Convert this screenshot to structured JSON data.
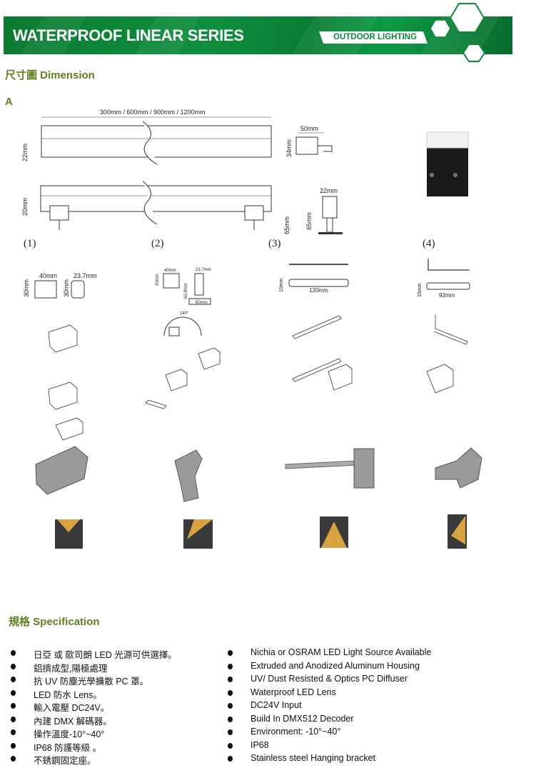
{
  "header": {
    "title": "WATERPROOF LINEAR SERIES",
    "tag": "OUTDOOR LIGHTING",
    "brand_color": "#0b8a3a"
  },
  "dimension": {
    "heading": "尺寸圖 Dimension",
    "section_label": "A",
    "labels": {
      "length": "300mm / 600mm / 900mm / 1200mm",
      "h1": "22mm",
      "h2": "20mm",
      "side_w": "50mm",
      "side_h": "34mm",
      "end_w": "22mm",
      "end_h1": "65mm",
      "end_h2": "65mm"
    },
    "options": [
      "(1)",
      "(2)",
      "(3)",
      "(4)"
    ],
    "bracket_labels": {
      "b1_w": "40mm",
      "b1_d": "23.7mm",
      "b1_h1": "30mm",
      "b1_h2": "30mm",
      "b2_w": "40mm",
      "b2_d": "23.7mm",
      "b2_h1": "20mm",
      "b2_h2": "60.8mm",
      "b2_base": "60mm",
      "b2_angle": "180°",
      "b3_h": "15mm",
      "b3_w": "120mm",
      "b4_h": "15mm",
      "b4_w": "92mm"
    }
  },
  "specification": {
    "heading": "規格  Specification",
    "zh": [
      "日亞 或 歐司朗 LED 光源可供選擇。",
      "鋁擠成型,陽極處理",
      "抗 UV 防塵光學擴散 PC 罩。",
      "LED 防水 Lens。",
      "輸入電壓 DC24V。",
      "內建 DMX  解碼器。",
      "操作溫度-10°~40°",
      "IP68 防護等級  。",
      "不銹鋼固定座。"
    ],
    "en": [
      "Nichia or OSRAM LED Light Source Available",
      "Extruded and Anodized Aluminum Housing",
      "UV/ Dust Resisted & Optics PC Diffuser",
      "Waterproof LED Lens",
      "DC24V Input",
      "Build In DMX512 Decoder",
      "Environment: -10°~40°",
      "IP68",
      "Stainless steel Hanging bracket"
    ]
  }
}
